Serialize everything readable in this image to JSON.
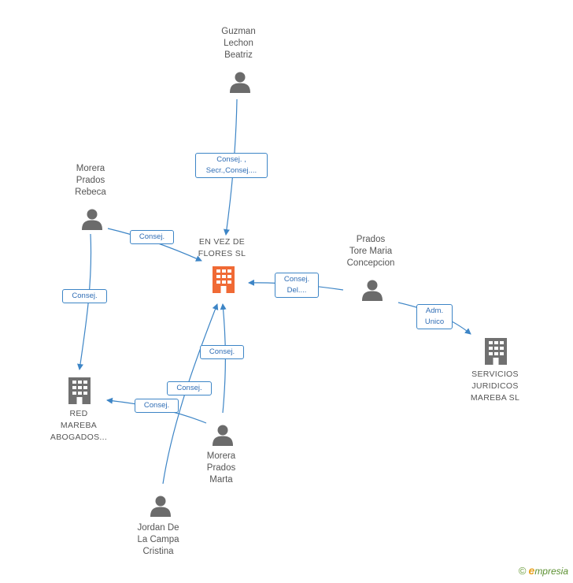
{
  "colors": {
    "edge": "#3d85c6",
    "person": "#6b6b6b",
    "company": "#707070",
    "main_company": "#f06a35"
  },
  "nodes": {
    "main": {
      "label": "EN VEZ DE\nFLORES SL",
      "icon": "building-icon"
    },
    "guzman": {
      "label": "Guzman\nLechon\nBeatriz",
      "icon": "person-icon"
    },
    "rebeca": {
      "label": "Morera\nPrados\nRebeca",
      "icon": "person-icon"
    },
    "concepcion": {
      "label": "Prados\nTore Maria\nConcepcion",
      "icon": "person-icon"
    },
    "servicios": {
      "label": "SERVICIOS\nJURIDICOS\nMAREBA SL",
      "icon": "building-icon"
    },
    "red": {
      "label": "RED\nMAREBA\nABOGADOS...",
      "icon": "building-icon"
    },
    "marta": {
      "label": "Morera\nPrados\nMarta",
      "icon": "person-icon"
    },
    "jordan": {
      "label": "Jordan De\nLa Campa\nCristina",
      "icon": "person-icon"
    }
  },
  "edges": {
    "guzman_main": "Consej. ,\nSecr.,Consej....",
    "rebeca_main": "Consej.",
    "rebeca_red": "Consej.",
    "concepcion_main": "Consej.\nDel....",
    "concepcion_servicios": "Adm.\nUnico",
    "marta_main": "Consej.",
    "jordan_main": "Consej.",
    "marta_red": "Consej."
  },
  "brand": {
    "symbol": "©",
    "initial": "e",
    "name": "mpresia"
  }
}
